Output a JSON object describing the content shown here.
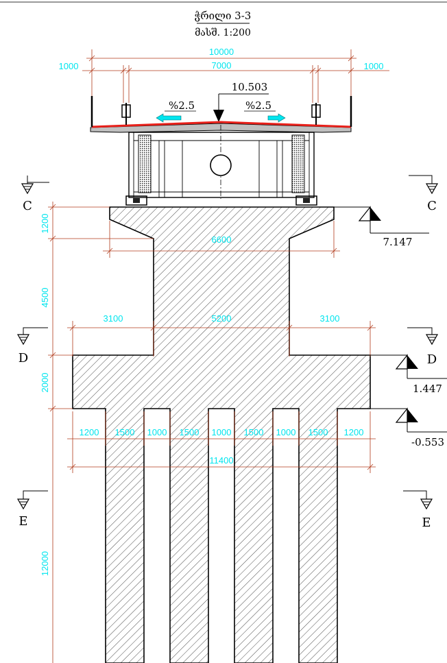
{
  "title": {
    "line1": "ჭრილი 3-3",
    "line2": "მასშ. 1:200"
  },
  "elevations": {
    "deck": "10.503",
    "cap": "7.147",
    "footing_top": "1.447",
    "footing_bottom": "-0.553"
  },
  "slopes": {
    "left": "%2.5",
    "right": "%2.5"
  },
  "dimensions": {
    "deck_total": "10000",
    "deck_left": "1000",
    "deck_mid": "7000",
    "deck_right": "1000",
    "cap_width": "6600",
    "cap_height": "1200",
    "column_height": "4500",
    "footing_left": "3100",
    "footing_mid": "5200",
    "footing_right": "3100",
    "footing_height": "2000",
    "pile_height": "12000",
    "pile_row": [
      "1200",
      "1500",
      "1000",
      "1500",
      "1000",
      "1500",
      "1000",
      "1500",
      "1200"
    ],
    "footing_total": "11400"
  },
  "section_marks": {
    "c_left": "C",
    "c_right": "C",
    "d_left": "D",
    "d_right": "D",
    "e_left": "E",
    "e_right": "E"
  },
  "colors": {
    "dimension_text": "#00e5ee",
    "dimension_line": "#b03a1a",
    "wearing_surface": "#e8201a",
    "slope_arrow": "#00e5ee"
  }
}
